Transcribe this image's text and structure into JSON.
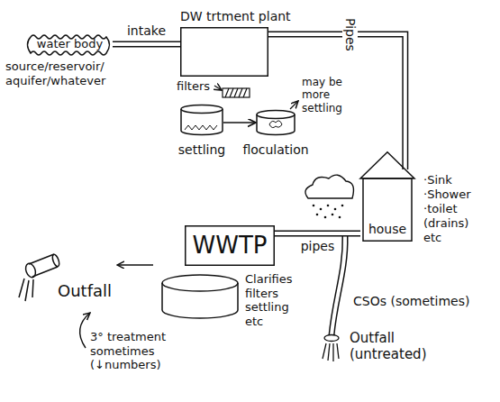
{
  "diagram": {
    "nodes": [
      {
        "text": [
          "water body"
        ]
      },
      {
        "text": [
          "DW trtment plant"
        ]
      },
      {
        "text": [
          "settling"
        ]
      },
      {
        "text": [
          "floculation"
        ]
      },
      {
        "text": [
          "house"
        ]
      },
      {
        "text": [
          "WWTP"
        ]
      }
    ],
    "edges": [
      {
        "from": 0,
        "to": 1,
        "label": "intake",
        "arrow": "none"
      },
      {
        "from": 1,
        "to": 4,
        "label": "Pipes",
        "arrow": "none"
      },
      {
        "from": 2,
        "to": 3,
        "arrow": "to"
      },
      {
        "from": 4,
        "to": 5,
        "label": "pipes",
        "arrow": "none"
      }
    ],
    "labels": [
      "source/reservoir/ aquifer/whatever",
      "filters",
      "may be more settling",
      "·Sink",
      "·Shower",
      "·toilet (drains)",
      "etc",
      "CSOs (sometimes)",
      "Outfall (untreated)",
      "Clarifies filters settling etc",
      "3° treatment sometimes (↓numbers)",
      "Outfall"
    ]
  }
}
